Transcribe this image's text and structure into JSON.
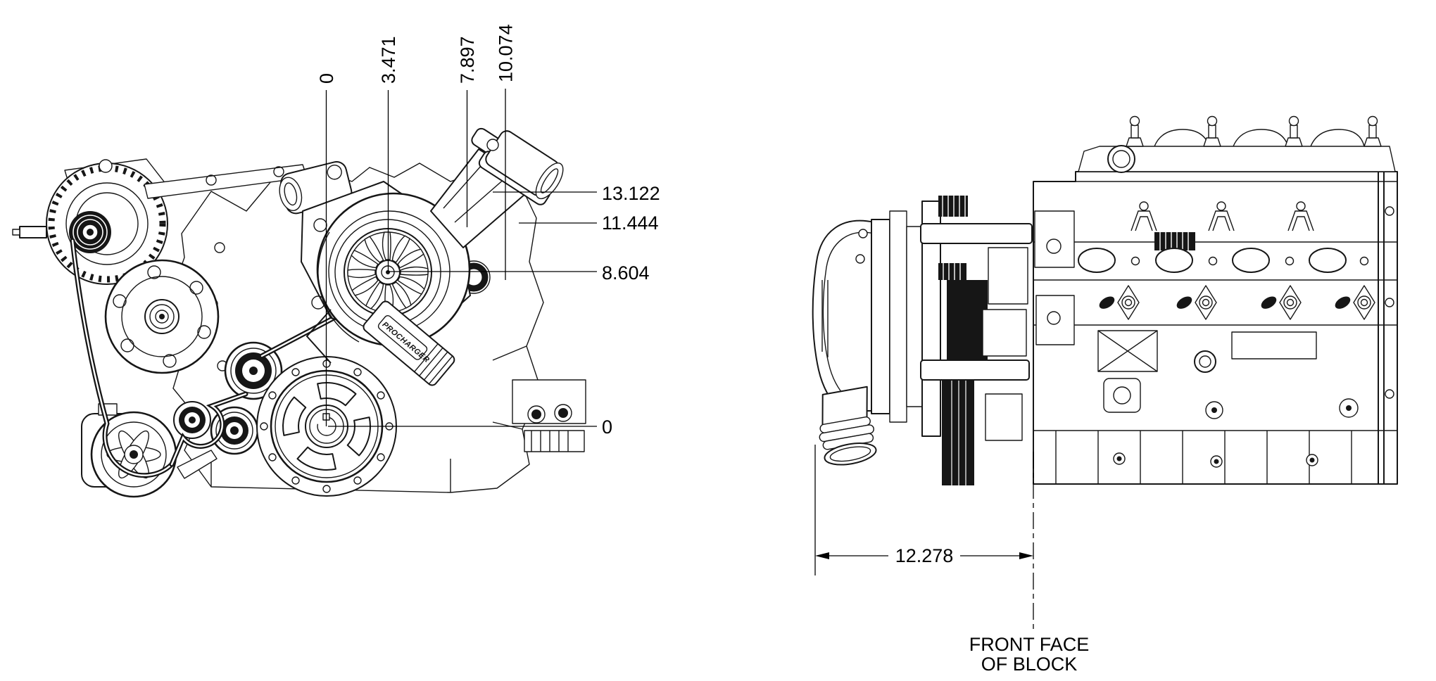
{
  "document": {
    "type": "engine-dimension-drawing",
    "views": {
      "front_view": {
        "name": "supercharged engine front view",
        "badge_text": "PROCHARGER",
        "horizontal_datums_in": [
          "0",
          "3.471",
          "7.897",
          "10.074"
        ],
        "vertical_datums_in": [
          "13.122",
          "11.444",
          "8.604",
          "0"
        ]
      },
      "side_view": {
        "name": "engine side view",
        "length_dimension_in": "12.278",
        "datum_label_line1": "FRONT FACE",
        "datum_label_line2": "OF BLOCK"
      }
    },
    "colors": {
      "background": "#ffffff",
      "line": "#161616",
      "dimension_text": "#000000"
    }
  }
}
